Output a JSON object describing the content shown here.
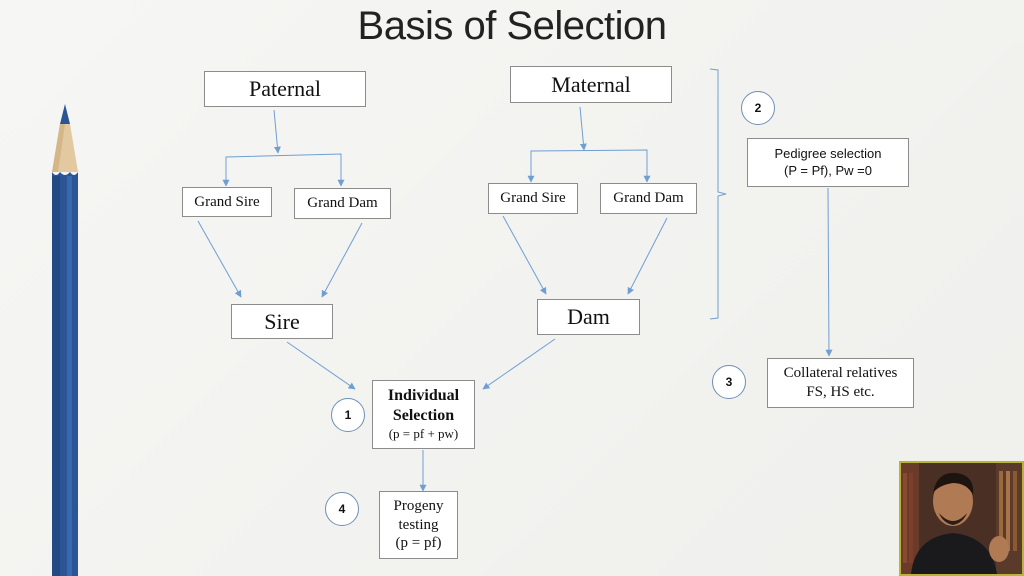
{
  "title": "Basis of Selection",
  "boxes": {
    "paternal": "Paternal",
    "maternal": "Maternal",
    "pat_grand_sire": "Grand Sire",
    "pat_grand_dam": "Grand Dam",
    "mat_grand_sire": "Grand Sire",
    "mat_grand_dam": "Grand Dam",
    "sire": "Sire",
    "dam": "Dam",
    "individual_line1": "Individual",
    "individual_line2": "Selection",
    "individual_formula": "(p = pf + pw)",
    "pedigree_line1": "Pedigree selection",
    "pedigree_line2": "(P = Pf), Pw =0",
    "collateral_line1": "Collateral relatives",
    "collateral_line2": "FS, HS etc.",
    "progeny_line1": "Progeny",
    "progeny_line2": "testing",
    "progeny_line3": "(p = pf)"
  },
  "markers": {
    "one": "1",
    "two": "2",
    "three": "3",
    "four": "4"
  },
  "colors": {
    "arrow": "#6f9fd2",
    "pencil_body": "#2b5595",
    "photo_frame": "#b9b33a"
  },
  "icons": {
    "pencil": "pencil-decoration",
    "presenter": "presenter-webcam-photo"
  }
}
